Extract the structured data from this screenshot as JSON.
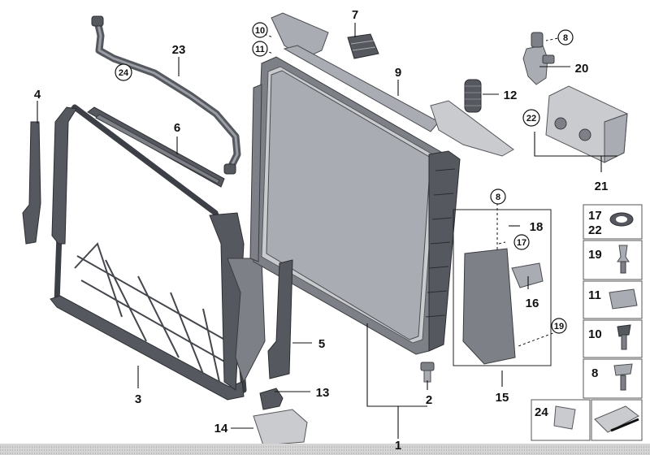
{
  "callouts": {
    "c1": "1",
    "c2": "2",
    "c3": "3",
    "c4": "4",
    "c5": "5",
    "c6": "6",
    "c7": "7",
    "c8": "8",
    "c9": "9",
    "c10": "10",
    "c11": "11",
    "c12": "12",
    "c13": "13",
    "c14": "14",
    "c15": "15",
    "c16": "16",
    "c17": "17",
    "c18": "18",
    "c19": "19",
    "c20": "20",
    "c21": "21",
    "c22": "22",
    "c23": "23",
    "c24": "24"
  },
  "legend": {
    "r1a": "17",
    "r1b": "22",
    "r2": "19",
    "r3": "11",
    "r4": "10",
    "r5": "8",
    "r6": "24"
  }
}
